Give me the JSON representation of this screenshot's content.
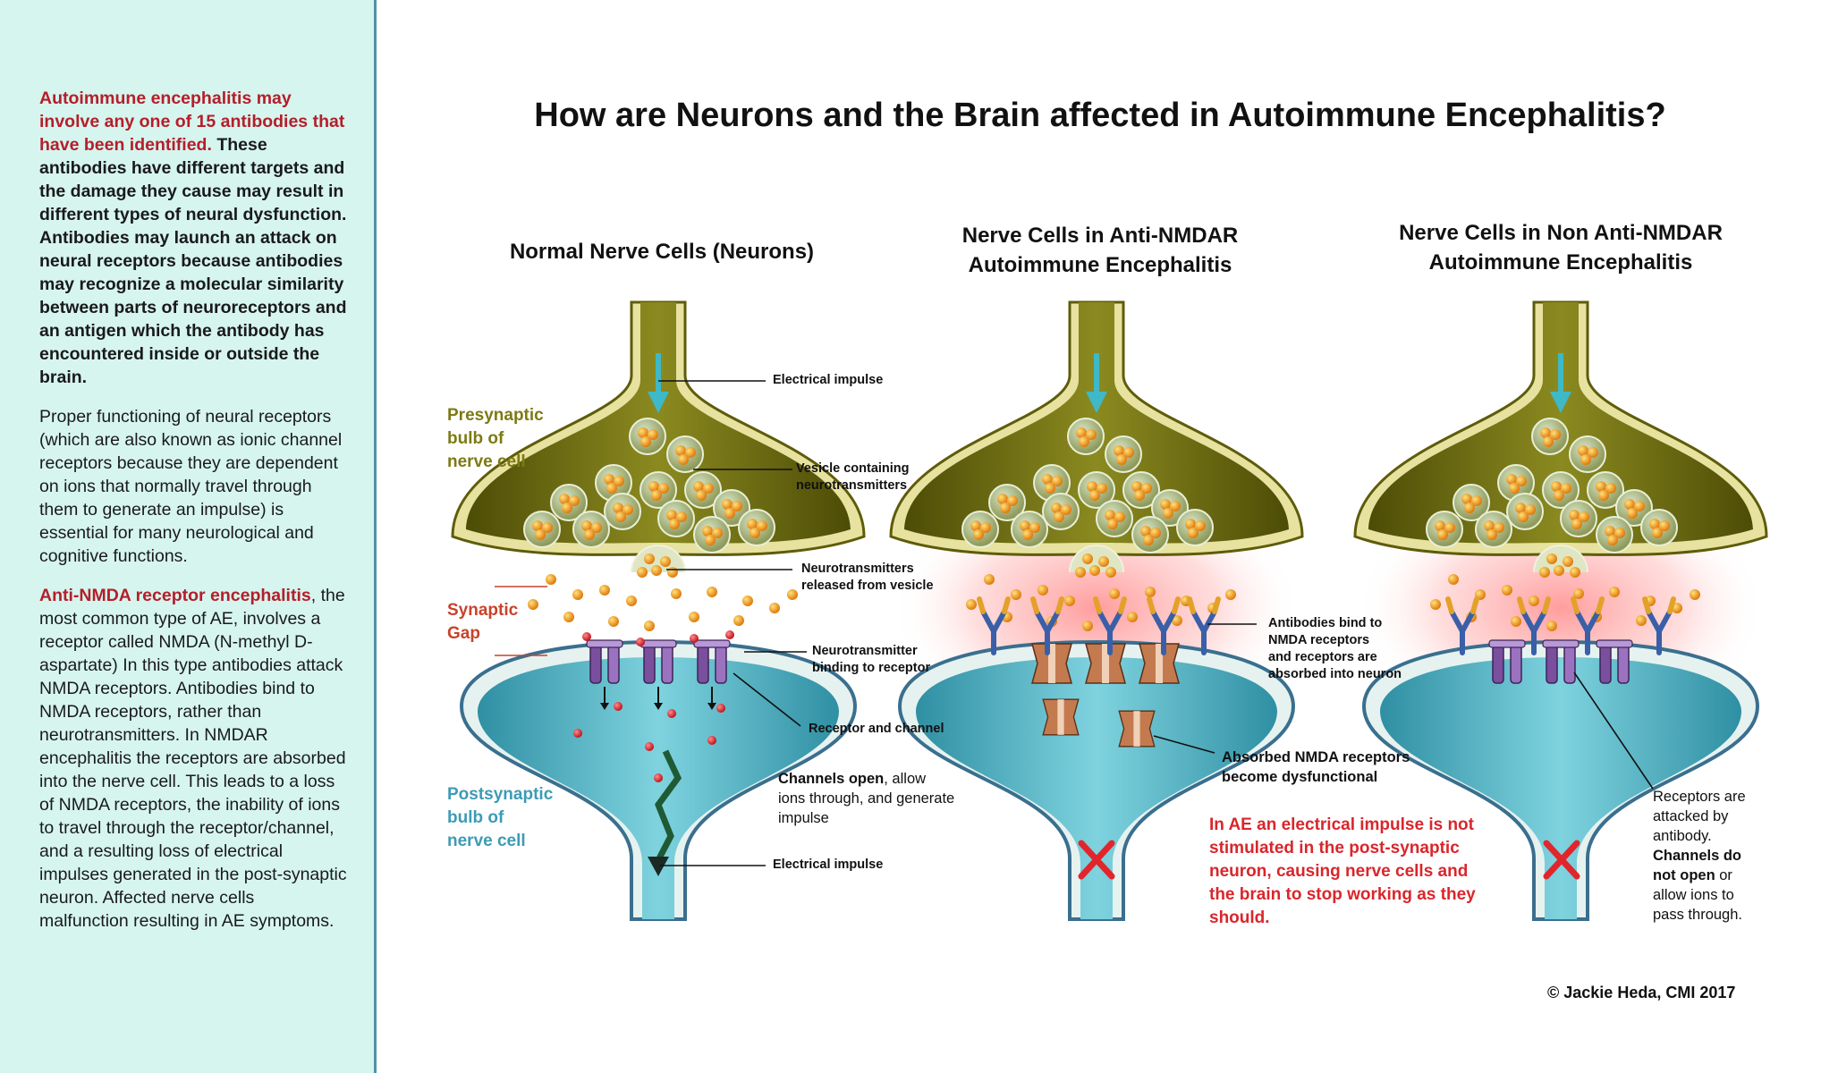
{
  "sidebar": {
    "para1_red": "Autoimmune encephalitis may involve any one of 15 antibodies that have been identified.",
    "para1_bold": "These antibodies have different targets and the damage they cause may result in different types of neural dysfunction. Antibodies may launch an attack on neural receptors because antibodies may recognize a molecular similarity between parts of neuroreceptors and an antigen which the antibody has encountered inside or outside the brain.",
    "para2": "Proper functioning of neural receptors (which are also known as ionic channel receptors because they are dependent on ions that normally travel through them to generate an impulse) is essential for many neurological and cognitive functions.",
    "para3_red": "Anti-NMDA receptor encephalitis",
    "para3": ", the most common type of AE, involves a receptor called NMDA (N-methyl D-aspartate) In this type antibodies attack NMDA receptors. Antibodies bind to NMDA receptors, rather than neurotransmitters. In NMDAR encephalitis the receptors are absorbed into the nerve cell. This leads to a loss of  NMDA receptors, the inability of ions to travel through the receptor/channel,  and a resulting loss of electrical impulses generated in the post-synaptic neuron. Affected nerve cells malfunction resulting in AE symptoms."
  },
  "title": "How are Neurons and the Brain affected in Autoimmune Encephalitis?",
  "columns": {
    "normal": "Normal Nerve Cells (Neurons)",
    "anti_line1": "Nerve Cells in Anti-NMDAR",
    "anti_line2": "Autoimmune Encephalitis",
    "non_line1": "Nerve Cells in Non Anti-NMDAR",
    "non_line2": "Autoimmune Encephalitis"
  },
  "labels": {
    "presynaptic": [
      "Presynaptic",
      "bulb of",
      "nerve cell"
    ],
    "synaptic_gap": [
      "Synaptic",
      "Gap"
    ],
    "postsynaptic": [
      "Postsynaptic",
      "bulb of",
      "nerve cell"
    ]
  },
  "callouts": {
    "electrical_impulse_top": "Electrical impulse",
    "vesicle": [
      "Vesicle containing",
      "neurotransmitters"
    ],
    "released": [
      "Neurotransmitters",
      "released from vesicle"
    ],
    "binding": [
      "Neurotransmitter",
      "binding to receptor"
    ],
    "receptor_channel": "Receptor and channel",
    "channels_open_bold": "Channels open",
    "channels_open_rest": ", allow",
    "channels_open_lines": [
      "ions through, and generate",
      "impulse"
    ],
    "electrical_impulse_bottom": "Electrical impulse",
    "antibodies_bind": [
      "Antibodies bind to",
      "NMDA receptors",
      "and receptors are",
      "absorbed into neuron"
    ],
    "absorbed": [
      "Absorbed NMDA receptors",
      "become dysfunctional"
    ],
    "attacked": [
      "Receptors are",
      "attacked by",
      "antibody."
    ],
    "channels_do": "Channels do",
    "not_open_bold": "not open",
    "not_open_rest": " or",
    "allow_ions": [
      "allow ions to",
      "pass through."
    ]
  },
  "ae_note": [
    "In AE an electrical impulse is not",
    "stimulated in the post-synaptic",
    "neuron, causing nerve cells and",
    "the brain to stop working as they",
    "should."
  ],
  "credit": "© Jackie Heda, CMI 2017",
  "colors": {
    "sidebar_bg": "#d6f5ef",
    "sidebar_border": "#4e93a8",
    "presynaptic_olive": "#6b6a12",
    "postsynaptic_teal": "#4fb5c6",
    "receptor_purple": "#7a4f9e",
    "antibody_blue": "#3a5fa8",
    "label_red": "#c8432a",
    "note_red": "#d9262c",
    "x_mark": "#e0262c"
  }
}
